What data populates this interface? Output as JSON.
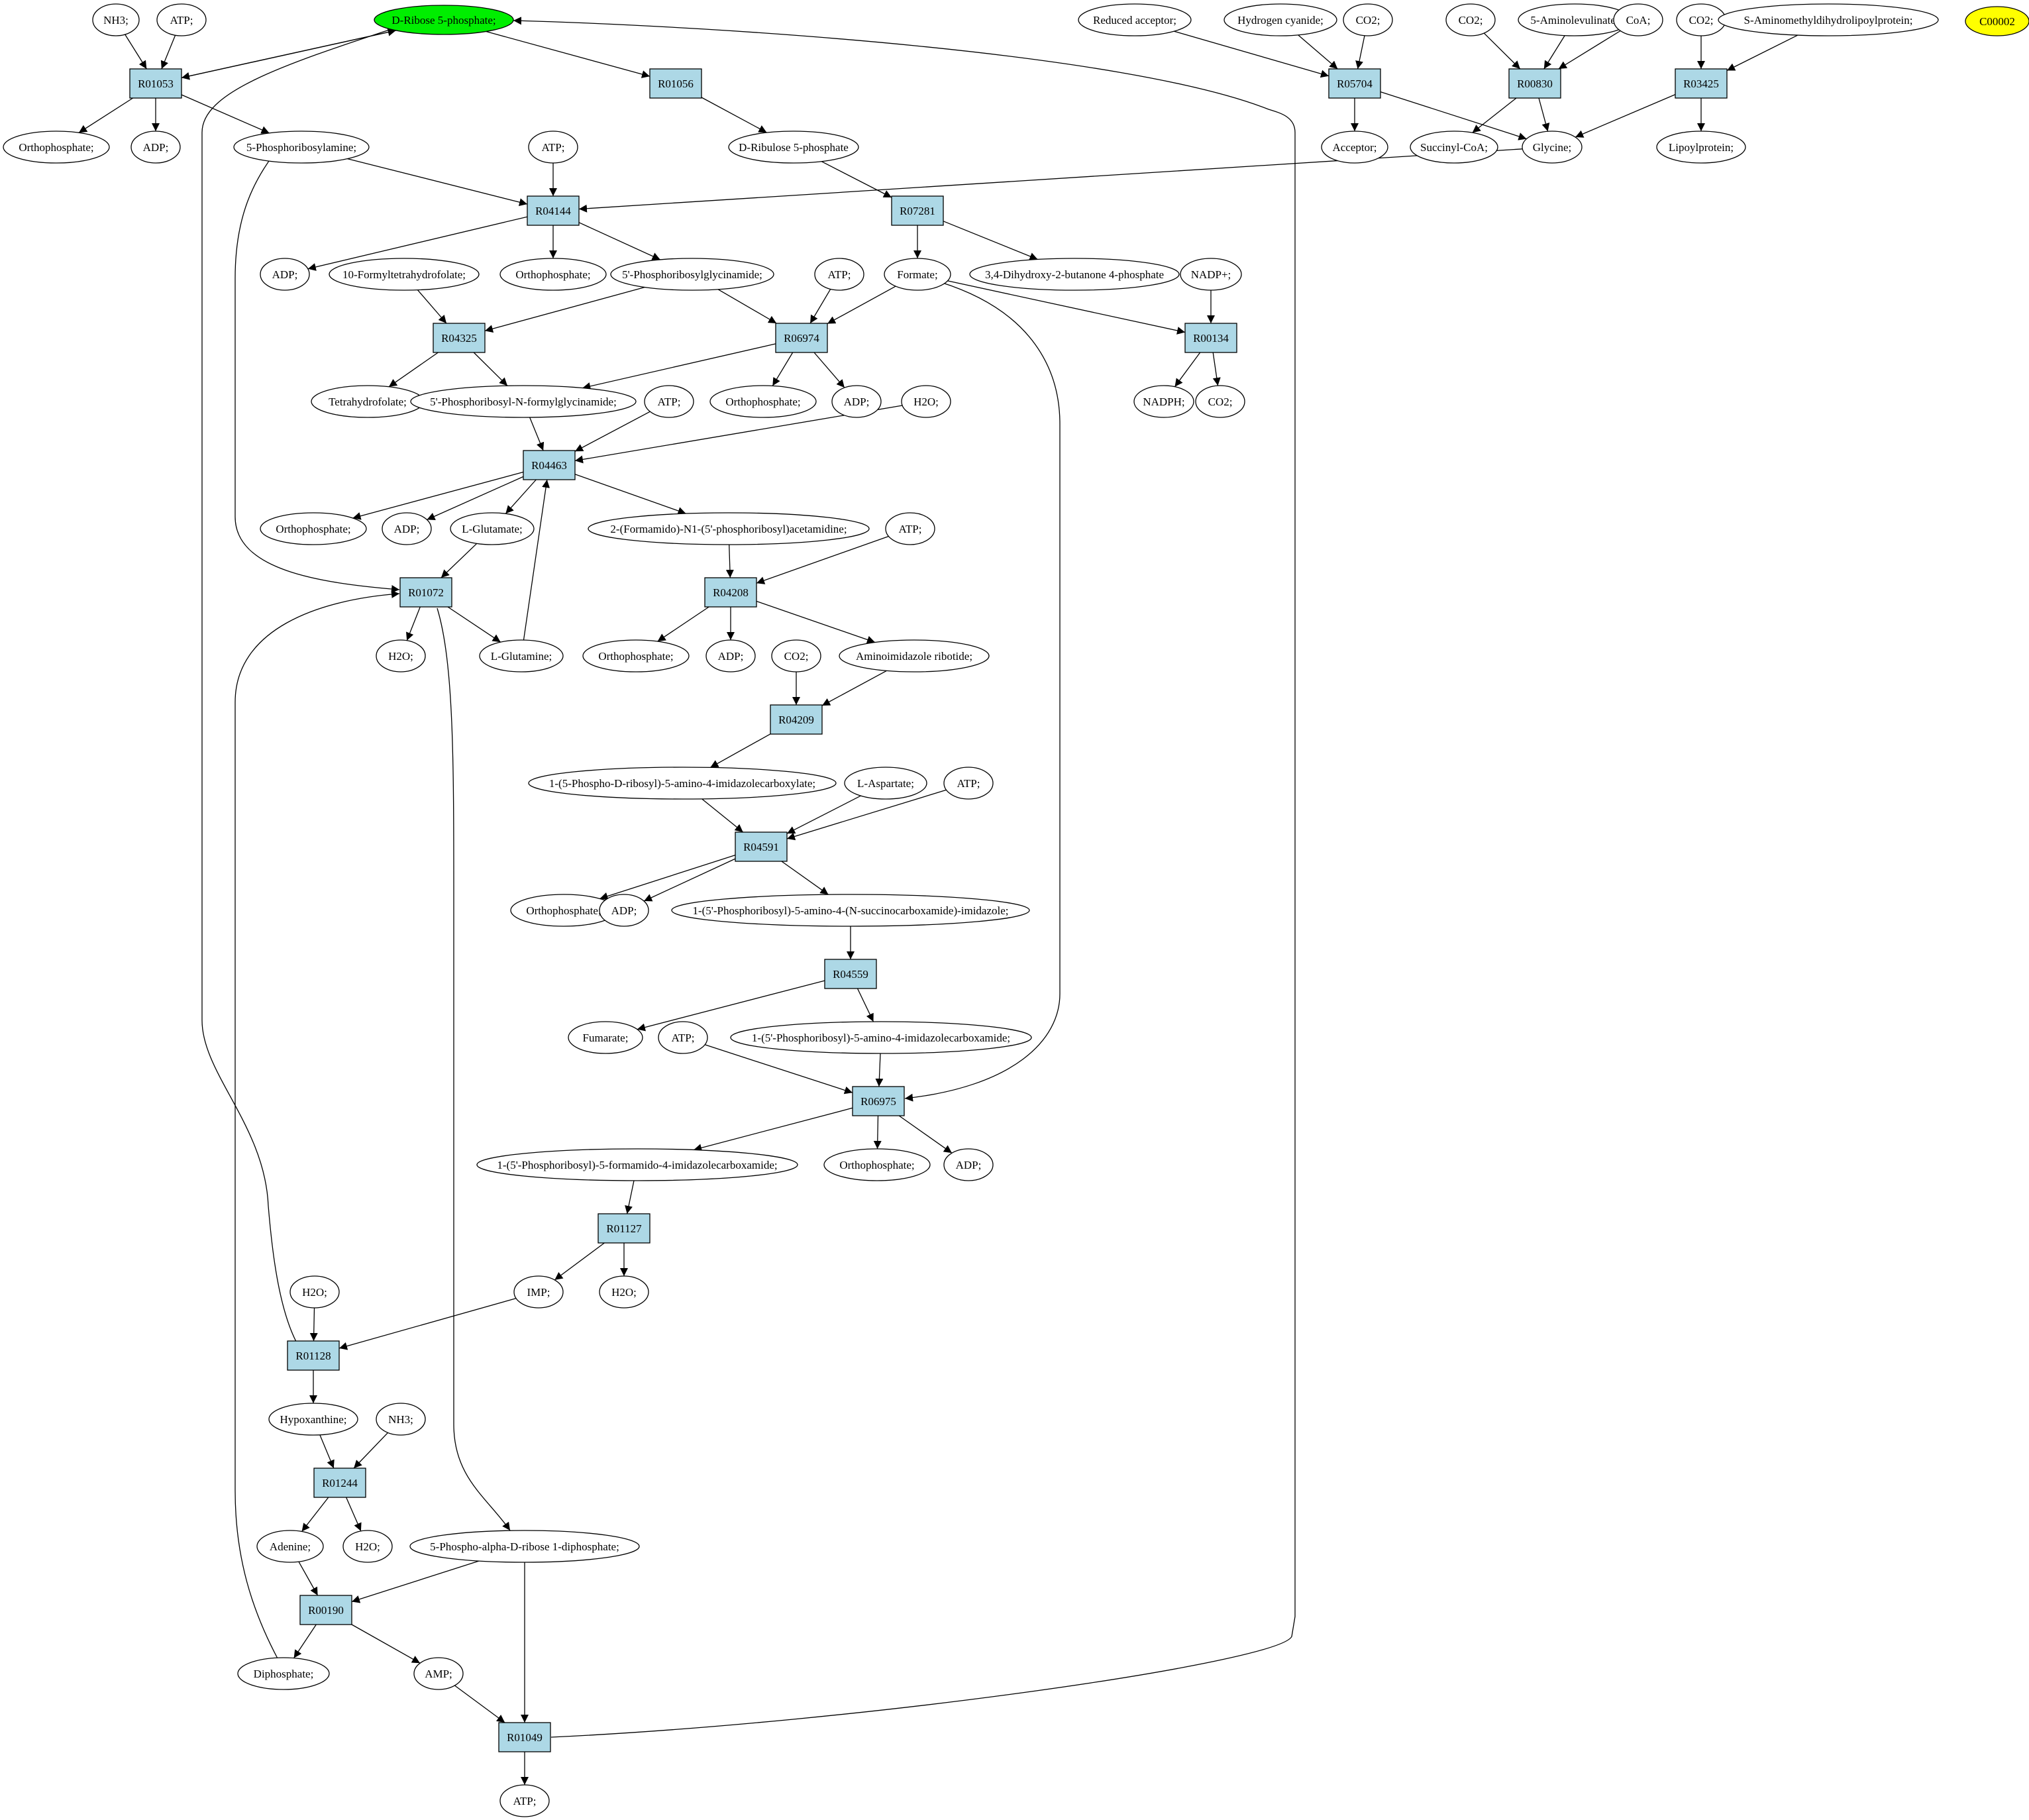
{
  "graph": {
    "nodes": [
      {
        "id": "ribose5p",
        "label": "D-Ribose 5-phosphate;",
        "type": "compound",
        "color": "#00ee00"
      },
      {
        "id": "c00002",
        "label": "C00002",
        "type": "compound",
        "color": "#ffff00"
      },
      {
        "id": "nh3_a",
        "label": "NH3;",
        "type": "compound"
      },
      {
        "id": "atp_a",
        "label": "ATP;",
        "type": "compound"
      },
      {
        "id": "R01053",
        "label": "R01053",
        "type": "reaction"
      },
      {
        "id": "orthoP_a",
        "label": "Orthophosphate;",
        "type": "compound"
      },
      {
        "id": "adp_a",
        "label": "ADP;",
        "type": "compound"
      },
      {
        "id": "prpa",
        "label": "5-Phosphoribosylamine;",
        "type": "compound"
      },
      {
        "id": "R01056",
        "label": "R01056",
        "type": "reaction"
      },
      {
        "id": "ribulose5p",
        "label": "D-Ribulose 5-phosphate",
        "type": "compound"
      },
      {
        "id": "atp_b",
        "label": "ATP;",
        "type": "compound"
      },
      {
        "id": "R04144",
        "label": "R04144",
        "type": "reaction"
      },
      {
        "id": "R07281",
        "label": "R07281",
        "type": "reaction"
      },
      {
        "id": "adp_b",
        "label": "ADP;",
        "type": "compound"
      },
      {
        "id": "formylthf",
        "label": "10-Formyltetrahydrofolate;",
        "type": "compound"
      },
      {
        "id": "orthoP_b",
        "label": "Orthophosphate;",
        "type": "compound"
      },
      {
        "id": "gar",
        "label": "5'-Phosphoribosylglycinamide;",
        "type": "compound"
      },
      {
        "id": "atp_c",
        "label": "ATP;",
        "type": "compound"
      },
      {
        "id": "formate",
        "label": "Formate;",
        "type": "compound"
      },
      {
        "id": "dhbp",
        "label": "3,4-Dihydroxy-2-butanone 4-phosphate",
        "type": "compound"
      },
      {
        "id": "nadpp",
        "label": "NADP+;",
        "type": "compound"
      },
      {
        "id": "R04325",
        "label": "R04325",
        "type": "reaction"
      },
      {
        "id": "R06974",
        "label": "R06974",
        "type": "reaction"
      },
      {
        "id": "R00134",
        "label": "R00134",
        "type": "reaction"
      },
      {
        "id": "thf",
        "label": "Tetrahydrofolate;",
        "type": "compound"
      },
      {
        "id": "fgar",
        "label": "5'-Phosphoribosyl-N-formylglycinamide;",
        "type": "compound"
      },
      {
        "id": "orthoP_c",
        "label": "Orthophosphate;",
        "type": "compound"
      },
      {
        "id": "adp_c",
        "label": "ADP;",
        "type": "compound"
      },
      {
        "id": "nadph",
        "label": "NADPH;",
        "type": "compound"
      },
      {
        "id": "co2_a",
        "label": "CO2;",
        "type": "compound"
      },
      {
        "id": "atp_d",
        "label": "ATP;",
        "type": "compound"
      },
      {
        "id": "h2o_a",
        "label": "H2O;",
        "type": "compound"
      },
      {
        "id": "R04463",
        "label": "R04463",
        "type": "reaction"
      },
      {
        "id": "orthoP_d",
        "label": "Orthophosphate;",
        "type": "compound"
      },
      {
        "id": "adp_d",
        "label": "ADP;",
        "type": "compound"
      },
      {
        "id": "glutamate",
        "label": "L-Glutamate;",
        "type": "compound"
      },
      {
        "id": "fgam",
        "label": "2-(Formamido)-N1-(5'-phosphoribosyl)acetamidine;",
        "type": "compound"
      },
      {
        "id": "atp_e",
        "label": "ATP;",
        "type": "compound"
      },
      {
        "id": "R01072",
        "label": "R01072",
        "type": "reaction"
      },
      {
        "id": "R04208",
        "label": "R04208",
        "type": "reaction"
      },
      {
        "id": "h2o_b",
        "label": "H2O;",
        "type": "compound"
      },
      {
        "id": "glutamine",
        "label": "L-Glutamine;",
        "type": "compound"
      },
      {
        "id": "orthoP_e",
        "label": "Orthophosphate;",
        "type": "compound"
      },
      {
        "id": "adp_e",
        "label": "ADP;",
        "type": "compound"
      },
      {
        "id": "air",
        "label": "Aminoimidazole ribotide;",
        "type": "compound"
      },
      {
        "id": "co2_b",
        "label": "CO2;",
        "type": "compound"
      },
      {
        "id": "R04209",
        "label": "R04209",
        "type": "reaction"
      },
      {
        "id": "cair",
        "label": "1-(5-Phospho-D-ribosyl)-5-amino-4-imidazolecarboxylate;",
        "type": "compound"
      },
      {
        "id": "aspartate",
        "label": "L-Aspartate;",
        "type": "compound"
      },
      {
        "id": "atp_f",
        "label": "ATP;",
        "type": "compound"
      },
      {
        "id": "R04591",
        "label": "R04591",
        "type": "reaction"
      },
      {
        "id": "orthoP_f",
        "label": "Orthophosphate;",
        "type": "compound"
      },
      {
        "id": "adp_f",
        "label": "ADP;",
        "type": "compound"
      },
      {
        "id": "saicar",
        "label": "1-(5'-Phosphoribosyl)-5-amino-4-(N-succinocarboxamide)-imidazole;",
        "type": "compound"
      },
      {
        "id": "R04559",
        "label": "R04559",
        "type": "reaction"
      },
      {
        "id": "fumarate",
        "label": "Fumarate;",
        "type": "compound"
      },
      {
        "id": "atp_g",
        "label": "ATP;",
        "type": "compound"
      },
      {
        "id": "aicar",
        "label": "1-(5'-Phosphoribosyl)-5-amino-4-imidazolecarboxamide;",
        "type": "compound"
      },
      {
        "id": "R06975",
        "label": "R06975",
        "type": "reaction"
      },
      {
        "id": "faicar",
        "label": "1-(5'-Phosphoribosyl)-5-formamido-4-imidazolecarboxamide;",
        "type": "compound"
      },
      {
        "id": "orthoP_g",
        "label": "Orthophosphate;",
        "type": "compound"
      },
      {
        "id": "adp_g",
        "label": "ADP;",
        "type": "compound"
      },
      {
        "id": "R01127",
        "label": "R01127",
        "type": "reaction"
      },
      {
        "id": "imp",
        "label": "IMP;",
        "type": "compound"
      },
      {
        "id": "h2o_c",
        "label": "H2O;",
        "type": "compound"
      },
      {
        "id": "h2o_d",
        "label": "H2O;",
        "type": "compound"
      },
      {
        "id": "R01128",
        "label": "R01128",
        "type": "reaction"
      },
      {
        "id": "hypoxanthine",
        "label": "Hypoxanthine;",
        "type": "compound"
      },
      {
        "id": "nh3_b",
        "label": "NH3;",
        "type": "compound"
      },
      {
        "id": "R01244",
        "label": "R01244",
        "type": "reaction"
      },
      {
        "id": "adenine",
        "label": "Adenine;",
        "type": "compound"
      },
      {
        "id": "h2o_e",
        "label": "H2O;",
        "type": "compound"
      },
      {
        "id": "prpp",
        "label": "5-Phospho-alpha-D-ribose 1-diphosphate;",
        "type": "compound"
      },
      {
        "id": "R00190",
        "label": "R00190",
        "type": "reaction"
      },
      {
        "id": "diphosphate",
        "label": "Diphosphate;",
        "type": "compound"
      },
      {
        "id": "amp",
        "label": "AMP;",
        "type": "compound"
      },
      {
        "id": "R01049",
        "label": "R01049",
        "type": "reaction"
      },
      {
        "id": "atp_h",
        "label": "ATP;",
        "type": "compound"
      },
      {
        "id": "red_acc",
        "label": "Reduced acceptor;",
        "type": "compound"
      },
      {
        "id": "hcn",
        "label": "Hydrogen cyanide;",
        "type": "compound"
      },
      {
        "id": "co2_c",
        "label": "CO2;",
        "type": "compound"
      },
      {
        "id": "co2_d",
        "label": "CO2;",
        "type": "compound"
      },
      {
        "id": "ala",
        "label": "5-Aminolevulinate;",
        "type": "compound"
      },
      {
        "id": "coa",
        "label": "CoA;",
        "type": "compound"
      },
      {
        "id": "co2_e",
        "label": "CO2;",
        "type": "compound"
      },
      {
        "id": "samdlp",
        "label": "S-Aminomethyldihydrolipoylprotein;",
        "type": "compound"
      },
      {
        "id": "R05704",
        "label": "R05704",
        "type": "reaction"
      },
      {
        "id": "R00830",
        "label": "R00830",
        "type": "reaction"
      },
      {
        "id": "R03425",
        "label": "R03425",
        "type": "reaction"
      },
      {
        "id": "acceptor",
        "label": "Acceptor;",
        "type": "compound"
      },
      {
        "id": "succoa",
        "label": "Succinyl-CoA;",
        "type": "compound"
      },
      {
        "id": "glycine",
        "label": "Glycine;",
        "type": "compound"
      },
      {
        "id": "lipoprot",
        "label": "Lipoylprotein;",
        "type": "compound"
      }
    ],
    "edges": [
      [
        "nh3_a",
        "R01053"
      ],
      [
        "atp_a",
        "R01053"
      ],
      [
        "ribose5p",
        "R01053"
      ],
      [
        "R01053",
        "ribose5p"
      ],
      [
        "R01053",
        "orthoP_a"
      ],
      [
        "R01053",
        "adp_a"
      ],
      [
        "R01053",
        "prpa"
      ],
      [
        "ribose5p",
        "R01056"
      ],
      [
        "R01056",
        "ribulose5p"
      ],
      [
        "prpa",
        "R04144"
      ],
      [
        "atp_b",
        "R04144"
      ],
      [
        "glycine",
        "R04144"
      ],
      [
        "R04144",
        "adp_b"
      ],
      [
        "R04144",
        "orthoP_b"
      ],
      [
        "R04144",
        "gar"
      ],
      [
        "ribulose5p",
        "R07281"
      ],
      [
        "R07281",
        "formate"
      ],
      [
        "R07281",
        "dhbp"
      ],
      [
        "formylthf",
        "R04325"
      ],
      [
        "gar",
        "R04325"
      ],
      [
        "R04325",
        "thf"
      ],
      [
        "R04325",
        "fgar"
      ],
      [
        "gar",
        "R06974"
      ],
      [
        "atp_c",
        "R06974"
      ],
      [
        "formate",
        "R06974"
      ],
      [
        "R06974",
        "fgar"
      ],
      [
        "R06974",
        "orthoP_c"
      ],
      [
        "R06974",
        "adp_c"
      ],
      [
        "formate",
        "R00134"
      ],
      [
        "nadpp",
        "R00134"
      ],
      [
        "R00134",
        "nadph"
      ],
      [
        "R00134",
        "co2_a"
      ],
      [
        "fgar",
        "R04463"
      ],
      [
        "atp_d",
        "R04463"
      ],
      [
        "h2o_a",
        "R04463"
      ],
      [
        "glutamine",
        "R04463"
      ],
      [
        "R04463",
        "orthoP_d"
      ],
      [
        "R04463",
        "adp_d"
      ],
      [
        "R04463",
        "glutamate"
      ],
      [
        "R04463",
        "fgam"
      ],
      [
        "glutamate",
        "R01072"
      ],
      [
        "prpa",
        "R01072"
      ],
      [
        "diphosphate",
        "R01072"
      ],
      [
        "R01072",
        "h2o_b"
      ],
      [
        "R01072",
        "glutamine"
      ],
      [
        "R01072",
        "prpp"
      ],
      [
        "fgam",
        "R04208"
      ],
      [
        "atp_e",
        "R04208"
      ],
      [
        "R04208",
        "orthoP_e"
      ],
      [
        "R04208",
        "adp_e"
      ],
      [
        "R04208",
        "air"
      ],
      [
        "co2_b",
        "R04209"
      ],
      [
        "air",
        "R04209"
      ],
      [
        "R04209",
        "cair"
      ],
      [
        "cair",
        "R04591"
      ],
      [
        "aspartate",
        "R04591"
      ],
      [
        "atp_f",
        "R04591"
      ],
      [
        "R04591",
        "orthoP_f"
      ],
      [
        "R04591",
        "adp_f"
      ],
      [
        "R04591",
        "saicar"
      ],
      [
        "saicar",
        "R04559"
      ],
      [
        "R04559",
        "fumarate"
      ],
      [
        "R04559",
        "aicar"
      ],
      [
        "aicar",
        "R06975"
      ],
      [
        "atp_g",
        "R06975"
      ],
      [
        "formate",
        "R06975"
      ],
      [
        "R06975",
        "faicar"
      ],
      [
        "R06975",
        "orthoP_g"
      ],
      [
        "R06975",
        "adp_g"
      ],
      [
        "faicar",
        "R01127"
      ],
      [
        "R01127",
        "imp"
      ],
      [
        "R01127",
        "h2o_c"
      ],
      [
        "imp",
        "R01128"
      ],
      [
        "h2o_d",
        "R01128"
      ],
      [
        "R01128",
        "hypoxanthine"
      ],
      [
        "R01128",
        "ribose5p"
      ],
      [
        "hypoxanthine",
        "R01244"
      ],
      [
        "nh3_b",
        "R01244"
      ],
      [
        "R01244",
        "adenine"
      ],
      [
        "R01244",
        "h2o_e"
      ],
      [
        "adenine",
        "R00190"
      ],
      [
        "prpp",
        "R00190"
      ],
      [
        "R00190",
        "diphosphate"
      ],
      [
        "R00190",
        "amp"
      ],
      [
        "amp",
        "R01049"
      ],
      [
        "prpp",
        "R01049"
      ],
      [
        "R01049",
        "atp_h"
      ],
      [
        "R01049",
        "ribose5p"
      ],
      [
        "red_acc",
        "R05704"
      ],
      [
        "hcn",
        "R05704"
      ],
      [
        "co2_c",
        "R05704"
      ],
      [
        "R05704",
        "acceptor"
      ],
      [
        "R05704",
        "glycine"
      ],
      [
        "co2_d",
        "R00830"
      ],
      [
        "ala",
        "R00830"
      ],
      [
        "coa",
        "R00830"
      ],
      [
        "R00830",
        "succoa"
      ],
      [
        "R00830",
        "glycine"
      ],
      [
        "co2_e",
        "R03425"
      ],
      [
        "samdlp",
        "R03425"
      ],
      [
        "R03425",
        "glycine"
      ],
      [
        "R03425",
        "lipoprot"
      ]
    ]
  }
}
